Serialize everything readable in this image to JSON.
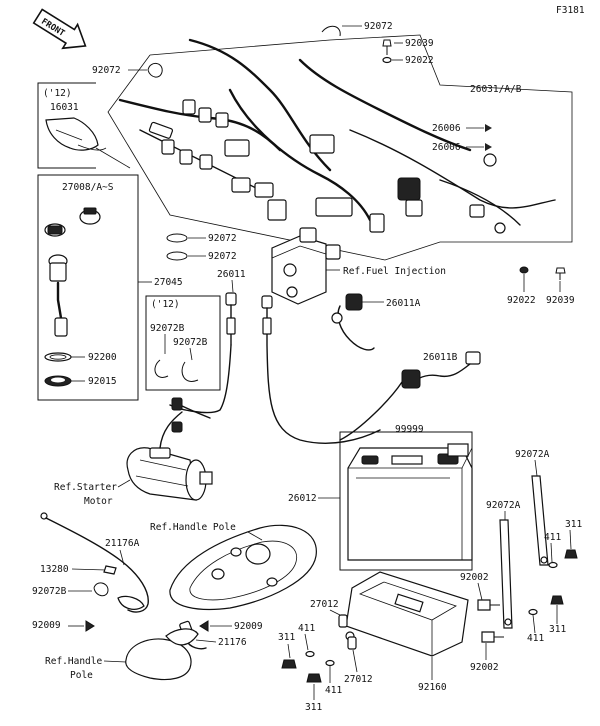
{
  "diagram_code": "F3181",
  "front_label": "FRONT",
  "labels": {
    "p92072_top": "92072",
    "p92039_top": "92039",
    "p92022_top": "92022",
    "p92072_left": "92072",
    "p26031": "26031/A/B",
    "p26006_a": "26006",
    "p26006_b": "26006",
    "yr12_a": "('12)",
    "p16031": "16031",
    "p27008": "27008/A~S",
    "p92072_mid_a": "92072",
    "p92072_mid_b": "92072",
    "p26011": "26011",
    "ref_fuel": "Ref.Fuel Injection",
    "p27045": "27045",
    "yr12_b": "('12)",
    "p92072B_a": "92072B",
    "p92072B_b": "92072B",
    "p26011A": "26011A",
    "p92022_right": "92022",
    "p92039_right": "92039",
    "p92200": "92200",
    "p92015": "92015",
    "p26011B": "26011B",
    "p99999": "99999",
    "p92072A_a": "92072A",
    "ref_starter_1": "Ref.Starter",
    "ref_starter_2": "Motor",
    "p26012": "26012",
    "p92072A_b": "92072A",
    "ref_handle_pole": "Ref.Handle Pole",
    "p21176A": "21176A",
    "p311_right": "311",
    "p411_right_a": "411",
    "p13280": "13280",
    "p92072B_c": "92072B",
    "p92002_a": "92002",
    "p27012_a": "27012",
    "p92009_a": "92009",
    "p92009_b": "92009",
    "p21176": "21176",
    "p411_mid": "411",
    "p311_left": "311",
    "p411_right_b": "411",
    "p311_right_b": "311",
    "ref_handle_1": "Ref.Handle",
    "ref_handle_2": "Pole",
    "p411_bottom": "411",
    "p311_bottom": "311",
    "p27012_b": "27012",
    "p92160": "92160",
    "p92002_b": "92002"
  }
}
